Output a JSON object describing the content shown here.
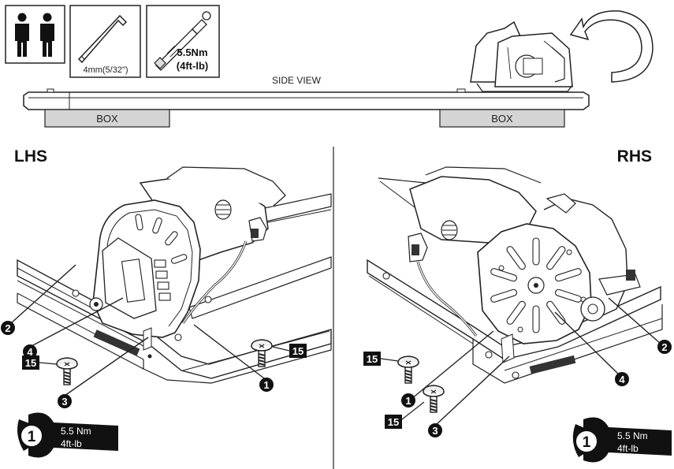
{
  "tools": {
    "people_icon": "two-people-icon",
    "hex_key": {
      "icon": "hex-key-icon",
      "label": "4mm(5/32\")"
    },
    "torque_wrench": {
      "icon": "torque-wrench-icon",
      "value": "5.5Nm",
      "value_alt": "(4ft-lb)"
    }
  },
  "side_view": {
    "label": "SIDE VIEW",
    "box_left": "BOX",
    "box_right": "BOX",
    "rotate_icon": "rotate-arrow-icon"
  },
  "lhs": {
    "heading": "LHS",
    "callouts": [
      "2",
      "4",
      "3",
      "1"
    ],
    "screw_badges": [
      "15",
      "15"
    ],
    "torque": {
      "step": "1",
      "value": "5.5 Nm",
      "value_alt": "4ft-lb"
    }
  },
  "rhs": {
    "heading": "RHS",
    "callouts": [
      "2",
      "4",
      "1",
      "3"
    ],
    "screw_badges": [
      "15",
      "15"
    ],
    "torque": {
      "step": "1",
      "value": "5.5 Nm",
      "value_alt": "4ft-lb"
    }
  },
  "colors": {
    "ink": "#1a1a1a",
    "box_fill": "#d4d4d4",
    "badge": "#111111"
  }
}
